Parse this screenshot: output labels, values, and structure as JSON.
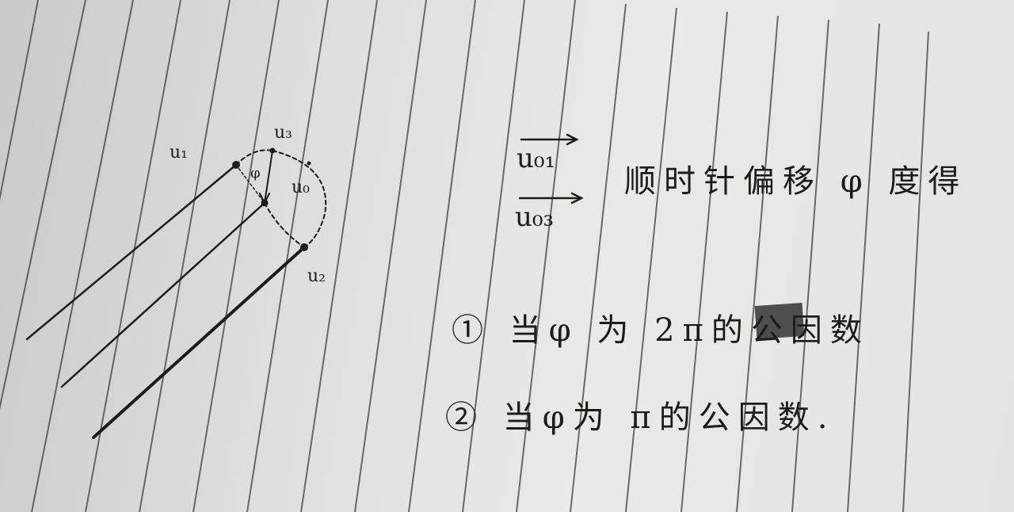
{
  "colors": {
    "paper": "#e6e6e4",
    "ruled_line": "#3f3f3f",
    "ink": "#1c1c1c"
  },
  "diagram": {
    "point_labels": {
      "u1": "u₁",
      "u2": "u₂",
      "u3": "u₃",
      "u0": "u₀"
    },
    "angle_label": "φ"
  },
  "notes": {
    "vector_1": "u₀₁",
    "vector_3": "u₀₃",
    "line_1": "顺时针偏移 φ 度得",
    "item_1": "① 当φ 为 2π的公因数",
    "item_2": "② 当φ为 π的公因数."
  }
}
